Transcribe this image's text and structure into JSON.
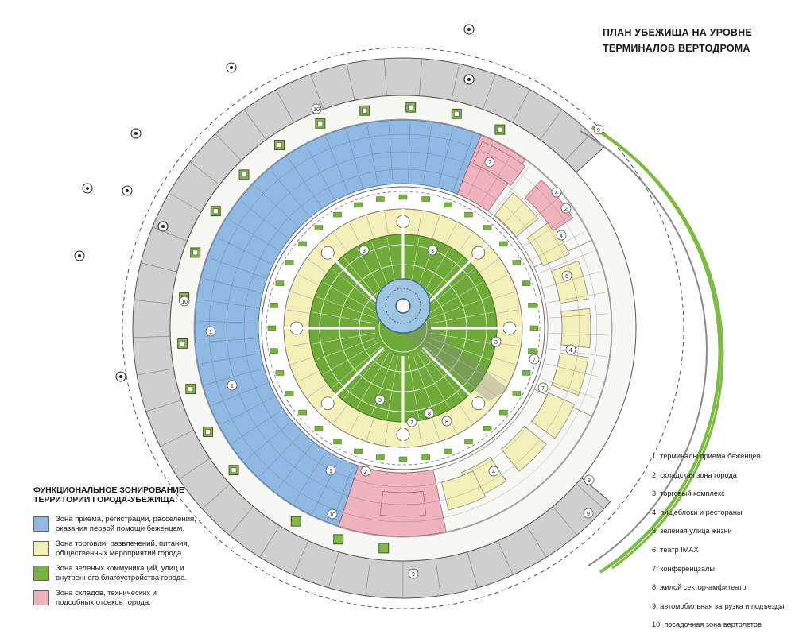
{
  "title": {
    "line1": "ПЛАН УБЕЖИЩА НА УРОВНЕ",
    "line2": "ТЕРМИНАЛОВ ВЕРТОДРОМА"
  },
  "zoning": {
    "heading_line1": "ФУНКЦИОНАЛЬНОЕ ЗОНИРОВАНИЕ",
    "heading_line2": "ТЕРРИТОРИИ ГОРОДА-УБЕЖИЩА:",
    "zones": [
      {
        "color": "#8fb9e3",
        "line1": "Зона приема, регистрации, расселения,",
        "line2": "оказания первой помощи беженцам."
      },
      {
        "color": "#f3efb8",
        "line1": "Зона торговли, развлечений, питания,",
        "line2": "общественных мероприятий города."
      },
      {
        "color": "#78b43c",
        "line1": "Зона зеленых коммуникаций, улиц и",
        "line2": "внутреннего благоустройства города."
      },
      {
        "color": "#efb3bd",
        "line1": "Зона складов, технических и",
        "line2": "подсобных отсеков города."
      }
    ]
  },
  "numbered_legend": [
    "1. терминалы приема беженцев",
    "2. складская зона города",
    "3. торговый комплекс",
    "4. пищеблоки и рестораны",
    "5. зеленая улица жизни",
    "6. театр IMAX",
    "7. конференцзалы",
    "8. жилой сектор-амфитеатр",
    "9. автомобильная загрузка и подъезды",
    "10. посадочная зона вертолетов"
  ],
  "plan_labels": {
    "pad_numbers": [
      "10",
      "10",
      "10"
    ],
    "road_numbers": [
      "9",
      "9",
      "9",
      "9"
    ],
    "zone_numbers": [
      "1",
      "1",
      "1",
      "2",
      "2",
      "2",
      "3",
      "3",
      "3",
      "3",
      "4",
      "4",
      "4",
      "4",
      "6",
      "7",
      "7",
      "7",
      "8",
      "8"
    ]
  },
  "colors": {
    "blue": "#8fb9e3",
    "yellow": "#f3efb8",
    "green": "#78b43c",
    "pink": "#efb3bd",
    "gray_ring": "#c9c9c9"
  }
}
